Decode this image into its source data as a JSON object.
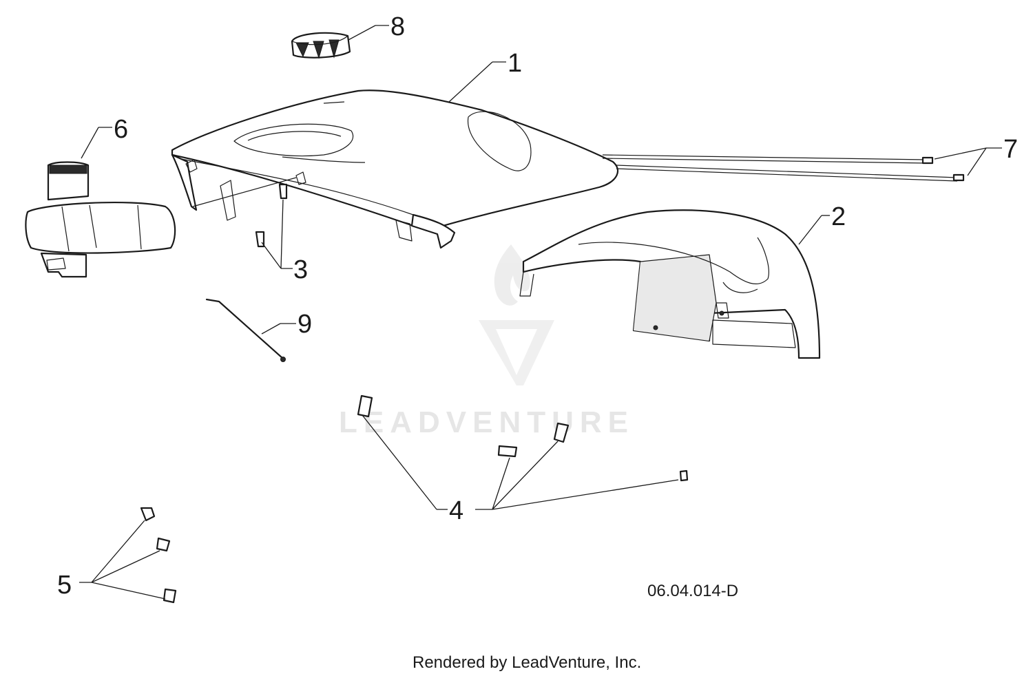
{
  "callouts": {
    "c1": "1",
    "c2": "2",
    "c3": "3",
    "c4": "4",
    "c5": "5",
    "c6": "6",
    "c7": "7",
    "c8": "8",
    "c9": "9"
  },
  "reference_code": "06.04.014-D",
  "watermark_text": "LEADVENTURE",
  "footer_text": "Rendered by LeadVenture, Inc."
}
